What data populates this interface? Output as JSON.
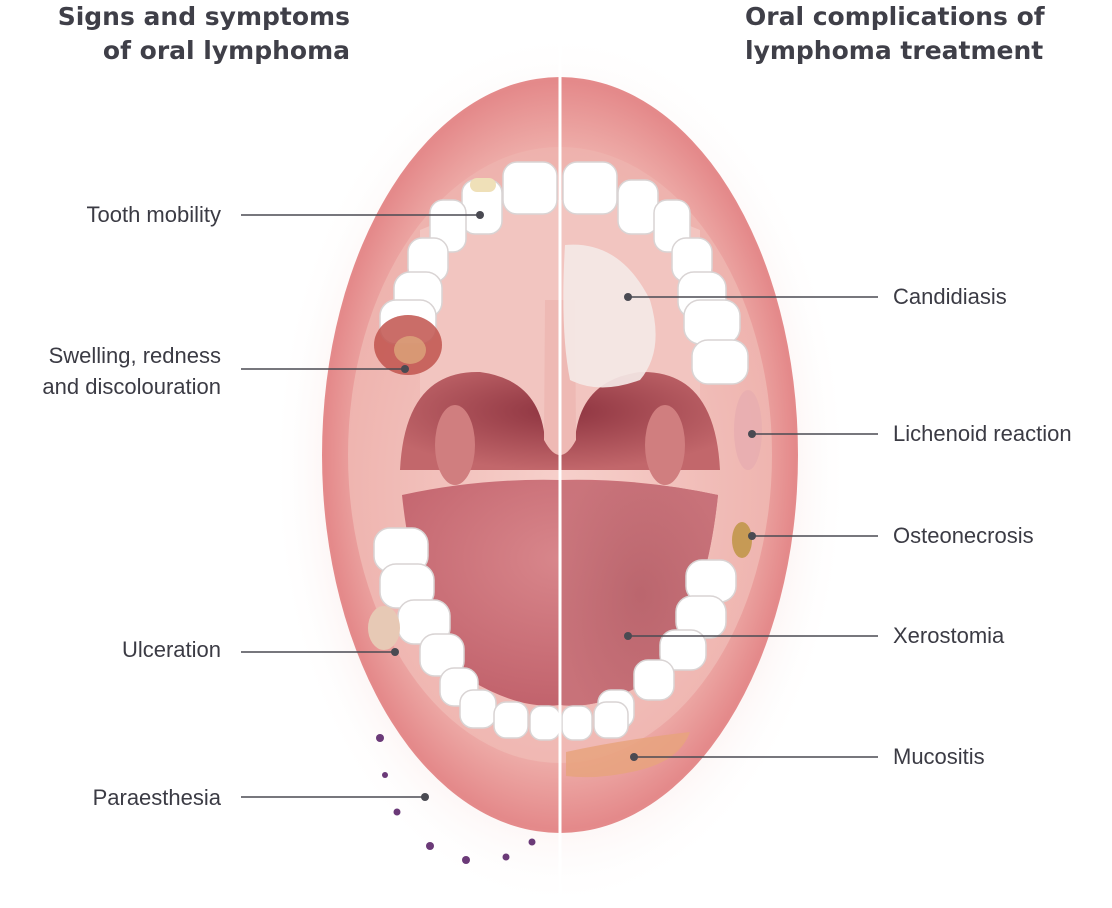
{
  "headings": {
    "left": [
      "Signs and symptoms",
      "of oral lymphoma"
    ],
    "right": [
      "Oral complications of",
      "lymphoma treatment"
    ]
  },
  "labels": {
    "tooth_mobility": "Tooth mobility",
    "swelling": [
      "Swelling, redness",
      "and discolouration"
    ],
    "ulceration": "Ulceration",
    "paraesthesia": "Paraesthesia",
    "candidiasis": "Candidiasis",
    "lichenoid_reaction": "Lichenoid reaction",
    "osteonecrosis": "Osteonecrosis",
    "xerostomia": "Xerostomia",
    "mucositis": "Mucositis"
  },
  "colors": {
    "text": "#3b3b44",
    "leader_line": "#4a4a52",
    "lip": "#e8908e",
    "mouth_interior": "#f1c3bf",
    "throat": "#b9575c",
    "tongue": "#c9737a",
    "tooth": "#ffffff",
    "candida_patch": "#f3e6e4",
    "divider": "#ffffff"
  }
}
